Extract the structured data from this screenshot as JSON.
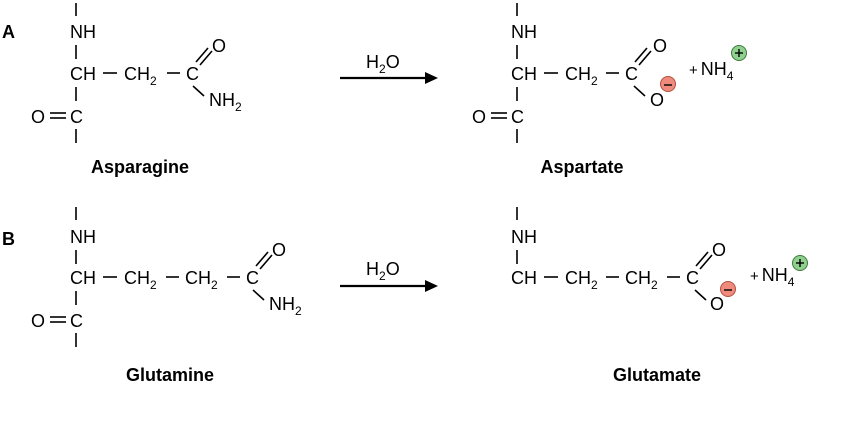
{
  "panels": [
    {
      "label": "A",
      "reactant": {
        "name": "Asparagine",
        "nh": "NH",
        "ch": "CH",
        "ch2": "CH",
        "c": "C",
        "o": "O",
        "nh2": "NH",
        "sub2": "2"
      },
      "reagent": {
        "h": "H",
        "sub": "2",
        "o": "O"
      },
      "product": {
        "name": "Aspartate",
        "nh": "NH",
        "ch": "CH",
        "ch2": "CH",
        "c": "C",
        "o": "O",
        "o_minus": "O",
        "sub2": "2"
      },
      "byproduct": {
        "plus": "+",
        "nh": "NH",
        "sub": "4",
        "charge": "+"
      }
    },
    {
      "label": "B",
      "reactant": {
        "name": "Glutamine",
        "nh": "NH",
        "ch": "CH",
        "ch2": "CH",
        "c": "C",
        "o": "O",
        "nh2": "NH",
        "sub2": "2"
      },
      "reagent": {
        "h": "H",
        "sub": "2",
        "o": "O"
      },
      "product": {
        "name": "Glutamate",
        "nh": "NH",
        "ch": "CH",
        "ch2": "CH",
        "c": "C",
        "o": "O",
        "o_minus": "O",
        "sub2": "2"
      },
      "byproduct": {
        "plus": "+",
        "nh": "NH",
        "sub": "4",
        "charge": "+"
      }
    }
  ],
  "charges": {
    "negative": "−",
    "negative_color": "#f08a7c",
    "positive_color": "#8fd08f"
  },
  "colors": {
    "ink": "#000000"
  }
}
